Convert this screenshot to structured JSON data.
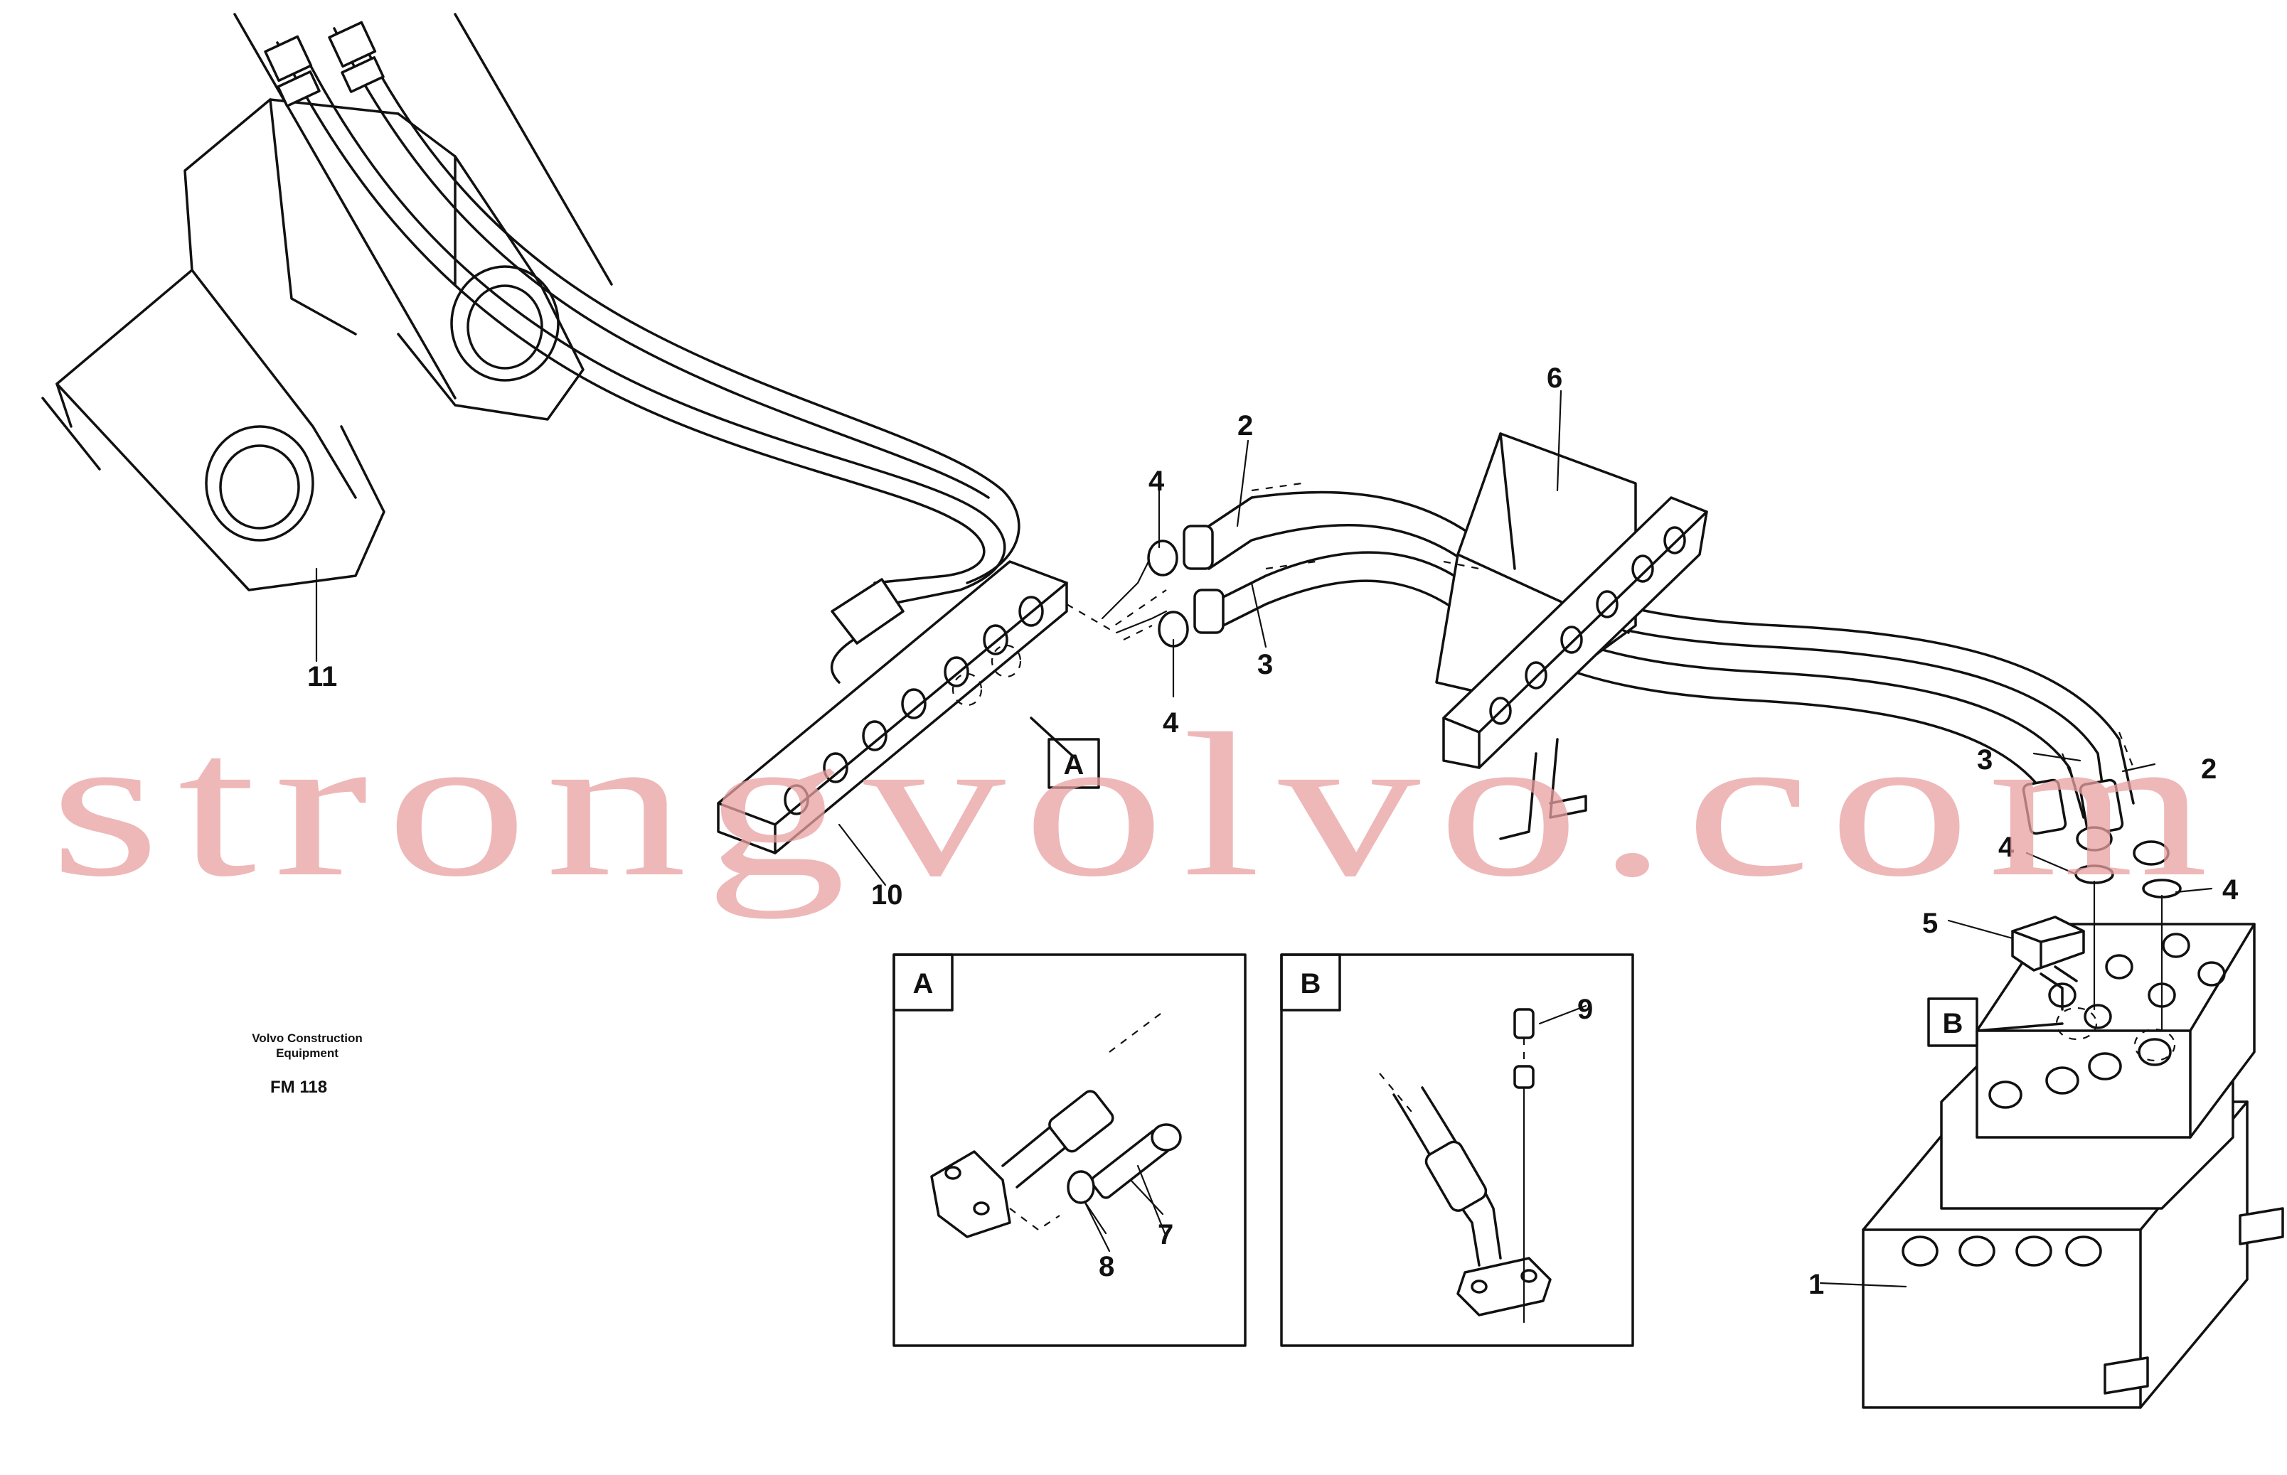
{
  "callouts": {
    "p1": "1",
    "p2a": "2",
    "p2b": "2",
    "p3a": "3",
    "p3b": "3",
    "p4a": "4",
    "p4b": "4",
    "p4c": "4",
    "p4d": "4",
    "p5": "5",
    "p6": "6",
    "p7": "7",
    "p8": "8",
    "p9": "9",
    "p10": "10",
    "p11": "11"
  },
  "detail_refs": {
    "a": "A",
    "b": "B"
  },
  "detail_titles": {
    "a": "A",
    "b": "B"
  },
  "caption": {
    "line1": "Volvo Construction",
    "line2": "Equipment",
    "code": "FM 118"
  },
  "watermark": "strongvolvo.com"
}
